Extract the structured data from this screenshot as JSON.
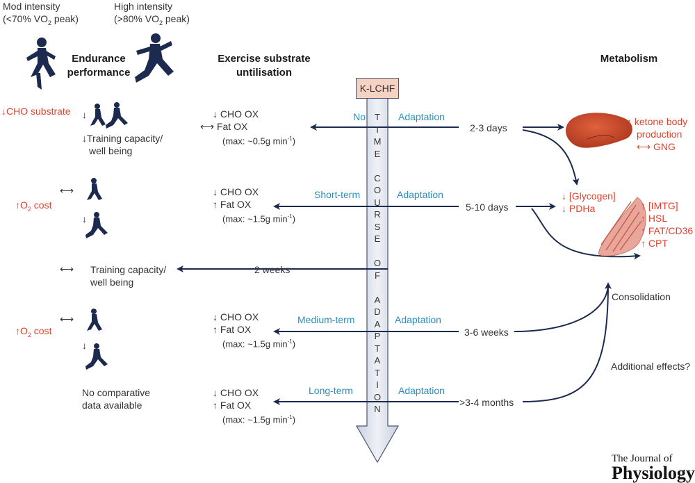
{
  "header": {
    "mod_intensity": "Mod intensity",
    "mod_vo2_prefix": "(<70% VO",
    "mod_vo2_suffix": " peak)",
    "high_intensity": "High intensity",
    "high_vo2_prefix": "(>80% VO",
    "high_vo2_suffix": " peak)",
    "vo2_sub": "2"
  },
  "columns": {
    "endurance": [
      "Endurance",
      "performance"
    ],
    "substrate": [
      "Exercise substrate",
      "untilisation"
    ],
    "metabolism": "Metabolism"
  },
  "center": {
    "box": "K-LCHF",
    "time_course": [
      "T",
      "I",
      "M",
      "E",
      "",
      "C",
      "O",
      "U",
      "R",
      "S",
      "E",
      "",
      "O",
      "F",
      "",
      "A",
      "D",
      "A",
      "P",
      "T",
      "A",
      "T",
      "I",
      "O",
      "N"
    ]
  },
  "rows": [
    {
      "stage": "No",
      "adaptation": "Adaptation",
      "duration": "2-3 days",
      "cho": "↓ CHO OX",
      "fat": "⟷ Fat OX",
      "max": "(max: ~0.5g min",
      "max_sup": "-1",
      "max_end": ")"
    },
    {
      "stage": "Short-term",
      "adaptation": "Adaptation",
      "duration": "5-10 days",
      "cho": "↓ CHO OX",
      "fat": "↑ Fat OX",
      "max": "(max: ~1.5g min",
      "max_sup": "-1",
      "max_end": ")"
    },
    {
      "stage": "Medium-term",
      "adaptation": "Adaptation",
      "duration": "3-6 weeks",
      "cho": "↓ CHO OX",
      "fat": "↑ Fat OX",
      "max": "(max: ~1.5g min",
      "max_sup": "-1",
      "max_end": ")"
    },
    {
      "stage": "Long-term",
      "adaptation": "Adaptation",
      "duration": ">3-4 months",
      "cho": "↓ CHO OX",
      "fat": "↑ Fat OX",
      "max": "(max: ~1.5g min",
      "max_sup": "-1",
      "max_end": ")"
    }
  ],
  "two_weeks": "2 weeks",
  "endurance_rows": {
    "r1_red": "↓CHO substrate",
    "r1_arrow": "↓",
    "r1_text": [
      "↓Training capacity/",
      "well being"
    ],
    "r2_red": "↑O",
    "r2_red_sub": "2",
    "r2_red_end": " cost",
    "r2_arrow1": "⟷",
    "r2_arrow2": "↓",
    "r3_arrow": "⟷",
    "r3_text": [
      "Training capacity/",
      "well being"
    ],
    "r4_red": "↑O",
    "r4_red_sub": "2",
    "r4_red_end": " cost",
    "r4_arrow1": "⟷",
    "r4_arrow2": "↓",
    "r5_text": [
      "No comparative",
      "data available"
    ]
  },
  "metabolism": {
    "liver": [
      "↑ ketone body",
      "production",
      "⟷ GNG"
    ],
    "glycogen": [
      "↓ [Glycogen]",
      "↓ PDHa"
    ],
    "muscle": [
      "↑ [IMTG]",
      "↑ HSL",
      "↑ FAT/CD36",
      "↑ CPT"
    ],
    "consolidation": "Consolidation",
    "additional": "Additional effects?"
  },
  "journal": {
    "line1": "The Journal of",
    "line2": "Physiology"
  },
  "colors": {
    "navy": "#1b2a4e",
    "red": "#e2422e",
    "blue": "#2a8fbd",
    "box": "#f6d2c3",
    "shaft": "#d6dbe6"
  }
}
